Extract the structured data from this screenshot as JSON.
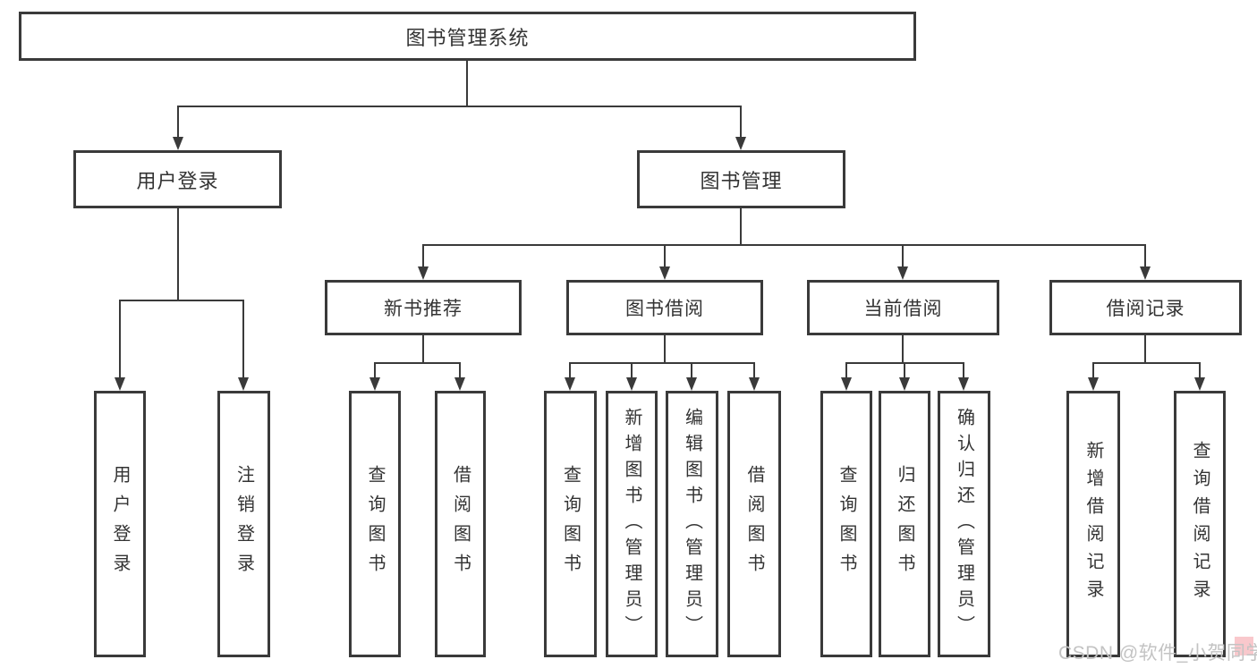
{
  "diagram": {
    "root": {
      "label": "图书管理系统"
    },
    "level1": {
      "user_login": {
        "label": "用户登录"
      },
      "book_mgmt": {
        "label": "图书管理"
      }
    },
    "level2": {
      "new_book_rec": {
        "label": "新书推荐"
      },
      "book_borrow": {
        "label": "图书借阅"
      },
      "current_borrow": {
        "label": "当前借阅"
      },
      "borrow_record": {
        "label": "借阅记录"
      }
    },
    "leaves": {
      "user_login_leaf": {
        "label": "用户登录"
      },
      "logout_leaf": {
        "label": "注销登录"
      },
      "query_book_a": {
        "label": "查询图书"
      },
      "borrow_book_a": {
        "label": "借阅图书"
      },
      "query_book_b": {
        "label": "查询图书"
      },
      "add_book": {
        "label": "新增图书（管理员）"
      },
      "edit_book": {
        "label": "编辑图书（管理员）"
      },
      "borrow_book_b": {
        "label": "借阅图书"
      },
      "query_book_c": {
        "label": "查询图书"
      },
      "return_book": {
        "label": "归还图书"
      },
      "confirm_return": {
        "label": "确认归还（管理员）"
      },
      "add_borrow_record": {
        "label": "新增借阅记录"
      },
      "query_borrow_record": {
        "label": "查询借阅记录"
      }
    }
  },
  "watermark": {
    "text": "CSDN @软件_小贺同学"
  },
  "colors": {
    "line": "#3a3a3a",
    "text": "#333333",
    "background": "#ffffff",
    "watermark": "#c3c3c3",
    "watermark_accent": "#f49aa3"
  }
}
